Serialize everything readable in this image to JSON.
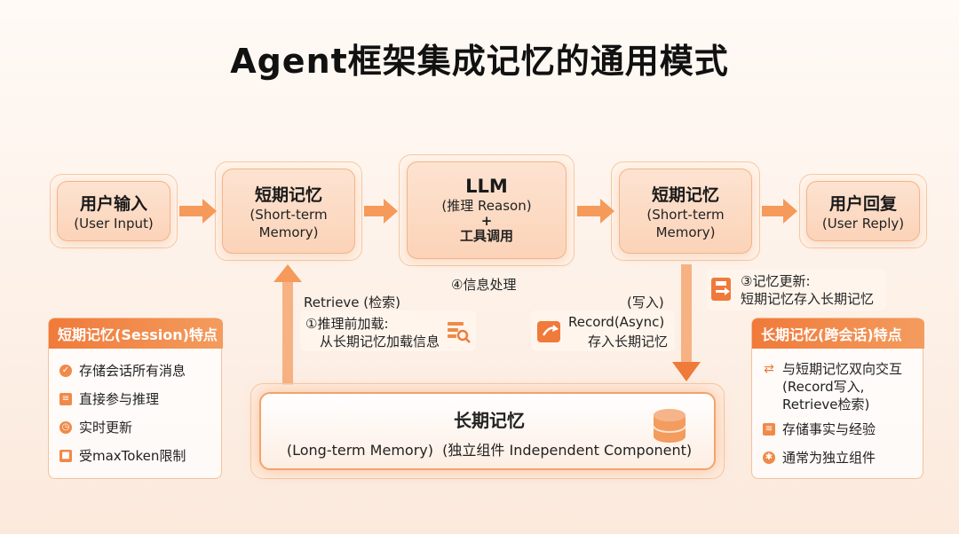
{
  "title": "Agent框架集成记忆的通用模式",
  "nodes": {
    "user_input": {
      "title": "用户输入",
      "sub": "(User Input)"
    },
    "short_term_1": {
      "title": "短期记忆",
      "sub1": "(Short-term",
      "sub2": "Memory)"
    },
    "llm": {
      "title": "LLM",
      "sub1": "(推理 Reason)",
      "plus": "+",
      "sub2": "工具调用"
    },
    "short_term_2": {
      "title": "短期记忆",
      "sub1": "(Short-term",
      "sub2": "Memory)"
    },
    "user_reply": {
      "title": "用户回复",
      "sub": "(User Reply)"
    },
    "long_term": {
      "title": "长期记忆",
      "sub": "(Long-term Memory)  (独立组件 Independent Component)"
    }
  },
  "labels": {
    "info_processing": "④信息处理",
    "retrieve": "Retrieve (检索)",
    "preload_1": "①推理前加载:",
    "preload_2": "从长期记忆加载信息",
    "write": "(写入)",
    "record_1": "Record(Async)",
    "record_2": "存入长期记忆",
    "update_1": "③记忆更新:",
    "update_2": "短期记忆存入长期记忆"
  },
  "short_panel": {
    "header": "短期记忆(Session)特点",
    "items": [
      "存储会话所有消息",
      "直接参与推理",
      "实时更新",
      "受maxToken限制"
    ]
  },
  "long_panel": {
    "header": "长期记忆(跨会话)特点",
    "items": [
      "与短期记忆双向交互",
      "(Record写入,",
      "Retrieve检索)",
      "存储事实与经验",
      "通常为独立组件"
    ]
  },
  "colors": {
    "accent": "#f07a3a",
    "arrow": "#f59a5a",
    "node_bg": "#fbd3b8"
  }
}
